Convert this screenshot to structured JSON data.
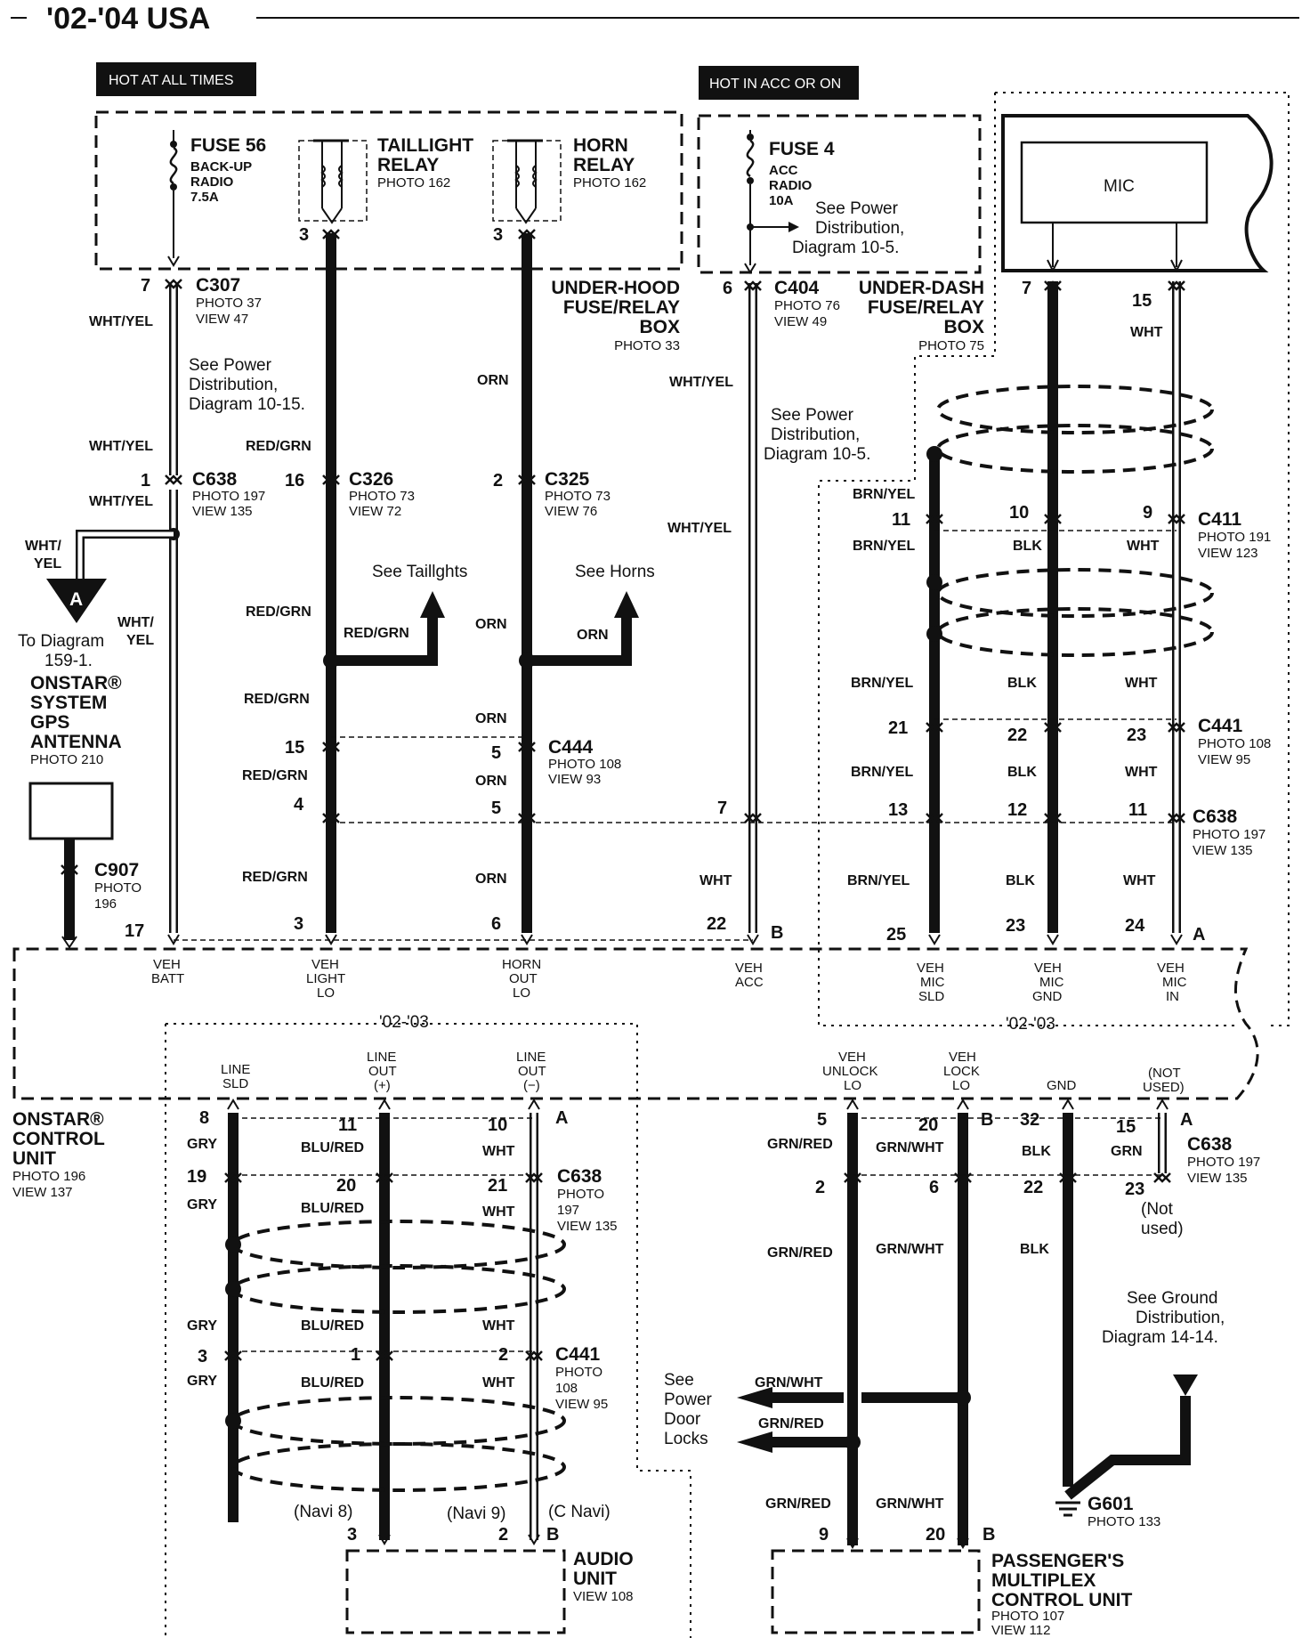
{
  "title": "'02-'04 USA",
  "banners": {
    "hot_all": "HOT AT ALL TIMES",
    "hot_acc": "HOT IN ACC OR ON"
  },
  "fuses": {
    "fuse56": {
      "name": "FUSE 56",
      "desc1": "BACK-UP",
      "desc2": "RADIO",
      "amps": "7.5A"
    },
    "fuse4": {
      "name": "FUSE 4",
      "desc1": "ACC",
      "desc2": "RADIO",
      "amps": "10A"
    }
  },
  "relays": {
    "taillight": {
      "name1": "TAILLIGHT",
      "name2": "RELAY",
      "photo": "PHOTO 162"
    },
    "horn": {
      "name1": "HORN",
      "name2": "RELAY",
      "photo": "PHOTO 162"
    }
  },
  "boxes": {
    "underhood": {
      "l1": "UNDER-HOOD",
      "l2": "FUSE/RELAY",
      "l3": "BOX",
      "photo": "PHOTO 33"
    },
    "underdash": {
      "l1": "UNDER-DASH",
      "l2": "FUSE/RELAY",
      "l3": "BOX",
      "photo": "PHOTO 75"
    },
    "mic": "MIC"
  },
  "notes": {
    "pd1015": [
      "See Power",
      "Distribution,",
      "Diagram 10-15."
    ],
    "pd105a": [
      "See Power",
      "Distribution,",
      "Diagram 10-5."
    ],
    "pd105b": [
      "See Power",
      "Distribution,",
      "Diagram 10-5."
    ],
    "taillights": "See Taillghts",
    "horns": "See Horns",
    "to_diag": [
      "To Diagram",
      "159-1."
    ],
    "door_locks": [
      "See",
      "Power",
      "Door",
      "Locks"
    ],
    "ground": [
      "See Ground",
      "Distribution,",
      "Diagram 14-14."
    ],
    "not_used": [
      "(Not",
      "used)"
    ],
    "navi8": "(Navi 8)",
    "navi9": "(Navi 9)",
    "cnavi": "(C Navi)",
    "year_a": "'02-'03",
    "year_b": "'02-'03"
  },
  "connectors": {
    "c307": {
      "id": "C307",
      "photo": "PHOTO 37",
      "view": "VIEW 47"
    },
    "c404": {
      "id": "C404",
      "photo": "PHOTO 76",
      "view": "VIEW 49"
    },
    "c638a": {
      "id": "C638",
      "photo": "PHOTO 197",
      "view": "VIEW 135"
    },
    "c326": {
      "id": "C326",
      "photo": "PHOTO 73",
      "view": "VIEW 72"
    },
    "c325": {
      "id": "C325",
      "photo": "PHOTO 73",
      "view": "VIEW 76"
    },
    "c411": {
      "id": "C411",
      "photo": "PHOTO 191",
      "view": "VIEW 123"
    },
    "c444": {
      "id": "C444",
      "photo": "PHOTO 108",
      "view": "VIEW 93"
    },
    "c441a": {
      "id": "C441",
      "photo": "PHOTO 108",
      "view": "VIEW 95"
    },
    "c638b": {
      "id": "C638",
      "photo": "PHOTO 197",
      "view": "VIEW 135"
    },
    "c907": {
      "id": "C907",
      "photo": "PHOTO",
      "photo2": "196"
    },
    "c638c": {
      "id": "C638",
      "photo": "PHOTO 197",
      "view": "VIEW 135"
    },
    "c638d": {
      "id": "C638",
      "photo": "PHOTO",
      "photo2": "197",
      "view": "VIEW 135"
    },
    "c441b": {
      "id": "C441",
      "photo": "PHOTO",
      "photo2": "108",
      "view": "VIEW 95"
    },
    "g601": {
      "id": "G601",
      "photo": "PHOTO 133"
    }
  },
  "components": {
    "antenna": {
      "l1": "ONSTAR®",
      "l2": "SYSTEM",
      "l3": "GPS",
      "l4": "ANTENNA",
      "photo": "PHOTO 210"
    },
    "control": {
      "l1": "ONSTAR®",
      "l2": "CONTROL",
      "l3": "UNIT",
      "photo": "PHOTO 196",
      "view": "VIEW 137"
    },
    "audio": {
      "l1": "AUDIO",
      "l2": "UNIT",
      "view": "VIEW 108"
    },
    "multiplex": {
      "l1": "PASSENGER'S",
      "l2": "MULTIPLEX",
      "l3": "CONTROL UNIT",
      "photo": "PHOTO 107",
      "view": "VIEW 112"
    }
  },
  "unit_pins": {
    "top": [
      [
        "VEH",
        "BATT"
      ],
      [
        "VEH",
        "LIGHT",
        "LO"
      ],
      [
        "HORN",
        "OUT",
        "LO"
      ],
      [
        "VEH",
        "ACC"
      ],
      [
        "VEH",
        "MIC",
        "SLD"
      ],
      [
        "VEH",
        "MIC",
        "GND"
      ],
      [
        "VEH",
        "MIC",
        "IN"
      ]
    ],
    "bottom_left": [
      [
        "LINE",
        "SLD"
      ],
      [
        "LINE",
        "OUT",
        "(+)"
      ],
      [
        "LINE",
        "OUT",
        "(−)"
      ]
    ],
    "bottom_right": [
      [
        "VEH",
        "UNLOCK",
        "LO"
      ],
      [
        "VEH",
        "LOCK",
        "LO"
      ],
      [
        "GND"
      ],
      [
        "(NOT",
        "USED)"
      ]
    ]
  },
  "wire_colors": {
    "wy": "WHT/YEL",
    "wy_split1": "WHT/",
    "wy_split2": "YEL",
    "wy2a": "WHT/",
    "wy2b": "YEL",
    "rg": "RED/GRN",
    "orn": "ORN",
    "wht": "WHT",
    "blk": "BLK",
    "by": "BRN/YEL",
    "gry": "GRY",
    "blured": "BLU/RED",
    "grnred": "GRN/RED",
    "grnwht": "GRN/WHT",
    "grn": "GRN"
  },
  "pins": {
    "p3a": "3",
    "p3b": "3",
    "p7a": "7",
    "p6a": "6",
    "p7b": "7",
    "p15a": "15",
    "p1a": "1",
    "p16": "16",
    "p2a": "2",
    "p11a": "11",
    "p10a": "10",
    "p9a": "9",
    "p15b": "15",
    "p5a": "5",
    "p21a": "21",
    "p22a": "22",
    "p23a": "23",
    "p4a": "4",
    "p5b": "5",
    "p7c": "7",
    "p13": "13",
    "p12": "12",
    "p11b": "11",
    "p17": "17",
    "p3c": "3",
    "p6b": "6",
    "p22b": "22",
    "p25": "25",
    "p23b": "23",
    "p24": "24",
    "pB1": "B",
    "pA1": "A",
    "p8": "8",
    "p11c": "11",
    "p10b": "10",
    "pA2": "A",
    "p19": "19",
    "p20a": "20",
    "p21b": "21",
    "p3d": "3",
    "p1b": "1",
    "p2b": "2",
    "p3e": "3",
    "p2c": "2",
    "pB2": "B",
    "p5c": "5",
    "p20b": "20",
    "pB3": "B",
    "p32": "32",
    "p15c": "15",
    "pA3": "A",
    "p2d": "2",
    "p6c": "6",
    "p22c": "22",
    "p23c": "23",
    "p9b": "9",
    "p20c": "20",
    "pB4": "B",
    "pA_marker": "A"
  }
}
